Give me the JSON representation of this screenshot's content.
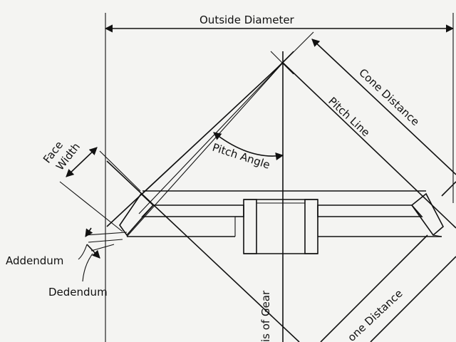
{
  "labels": {
    "outside_diameter": "Outside Diameter",
    "cone_distance": "Cone Distance",
    "pitch_line": "Pitch Line",
    "pitch_angle": "Pitch Angle",
    "face_width_line1": "Face",
    "face_width_line2": "Width",
    "addendum": "Addendum",
    "dedendum": "Dedendum",
    "axis_of_gear": "is of Gear",
    "cone_distance_lower": "one Distance"
  }
}
